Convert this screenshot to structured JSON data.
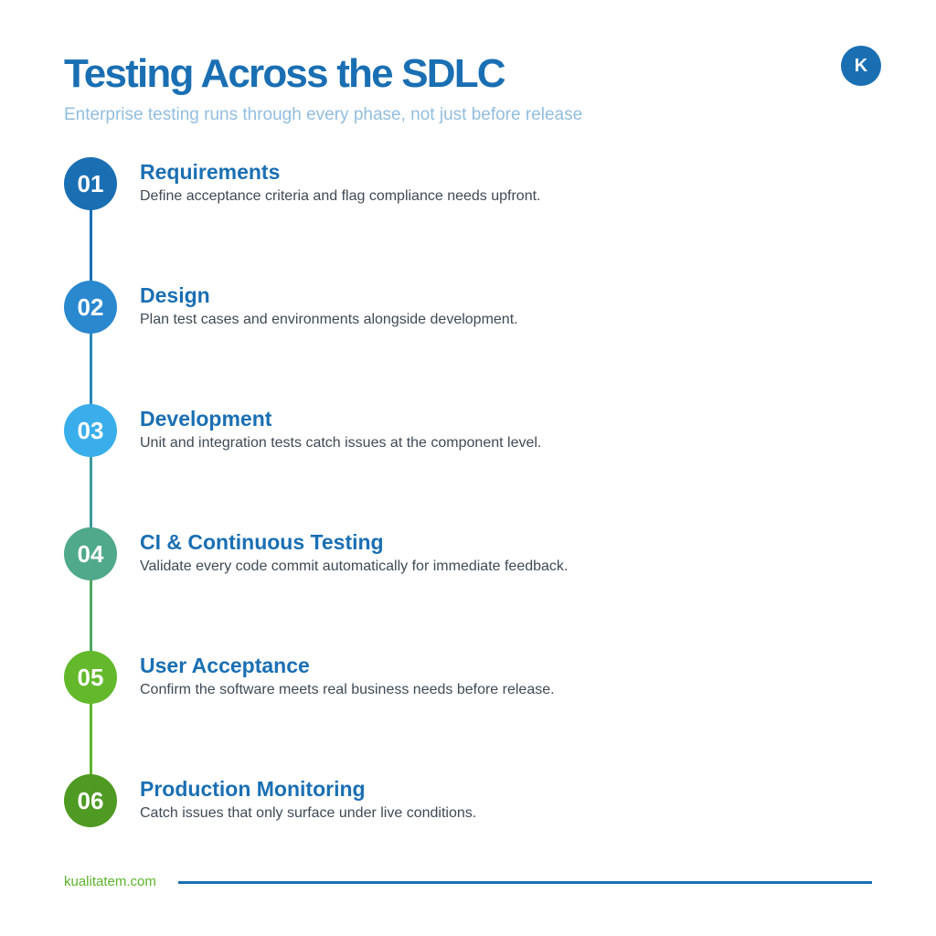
{
  "header": {
    "title": "Testing Across the SDLC",
    "subtitle": "Enterprise testing runs through every phase, not just before release",
    "logo_letter": "K"
  },
  "steps": [
    {
      "number": "01",
      "title": "Requirements",
      "description": "Define acceptance criteria and flag compliance needs upfront.",
      "color": "#1a6fb3"
    },
    {
      "number": "02",
      "title": "Design",
      "description": "Plan test cases and environments alongside development.",
      "color": "#2a88cf"
    },
    {
      "number": "03",
      "title": "Development",
      "description": "Unit and integration tests catch issues at the component level.",
      "color": "#3aaeea"
    },
    {
      "number": "04",
      "title": "CI & Continuous Testing",
      "description": "Validate every code commit automatically for immediate feedback.",
      "color": "#4fa98a"
    },
    {
      "number": "05",
      "title": "User Acceptance",
      "description": "Confirm the software meets real business needs before release.",
      "color": "#63b92b"
    },
    {
      "number": "06",
      "title": "Production Monitoring",
      "description": "Catch issues that only surface under live conditions.",
      "color": "#4e9a22"
    }
  ],
  "connector_colors": [
    "#1a6fb3",
    "#2a86b8",
    "#3a9a9a",
    "#4fa860",
    "#5db42e"
  ],
  "footer": {
    "site": "kualitatem.com",
    "line_color": "#1a6fb3"
  }
}
